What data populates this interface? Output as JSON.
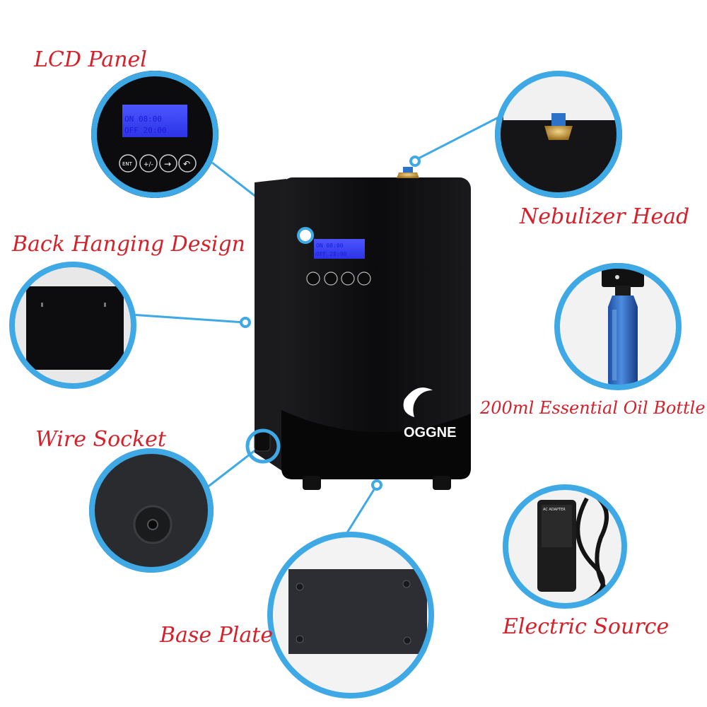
{
  "callouts": {
    "lcd_panel": "LCD Panel",
    "nebulizer_head": "Nebulizer Head",
    "back_hanging": "Back Hanging Design",
    "oil_bottle": "200ml Essential Oil Bottle",
    "wire_socket": "Wire Socket",
    "base_plate": "Base Plate",
    "electric_source": "Electric Source"
  },
  "device": {
    "brand": "OGGNE",
    "lcd_on": "ON",
    "lcd_off": "OFF",
    "lcd_on_time": "08:00",
    "lcd_off_time": "20:00",
    "buttons": [
      "ENT",
      "+/-",
      "→",
      "↶"
    ]
  },
  "adapter": {
    "label": "AC ADAPTER"
  },
  "colors": {
    "label_red": "#d6202a",
    "callout_blue": "#3fa9e6",
    "device_black": "#101012",
    "lcd_blue": "#3b44ff"
  }
}
